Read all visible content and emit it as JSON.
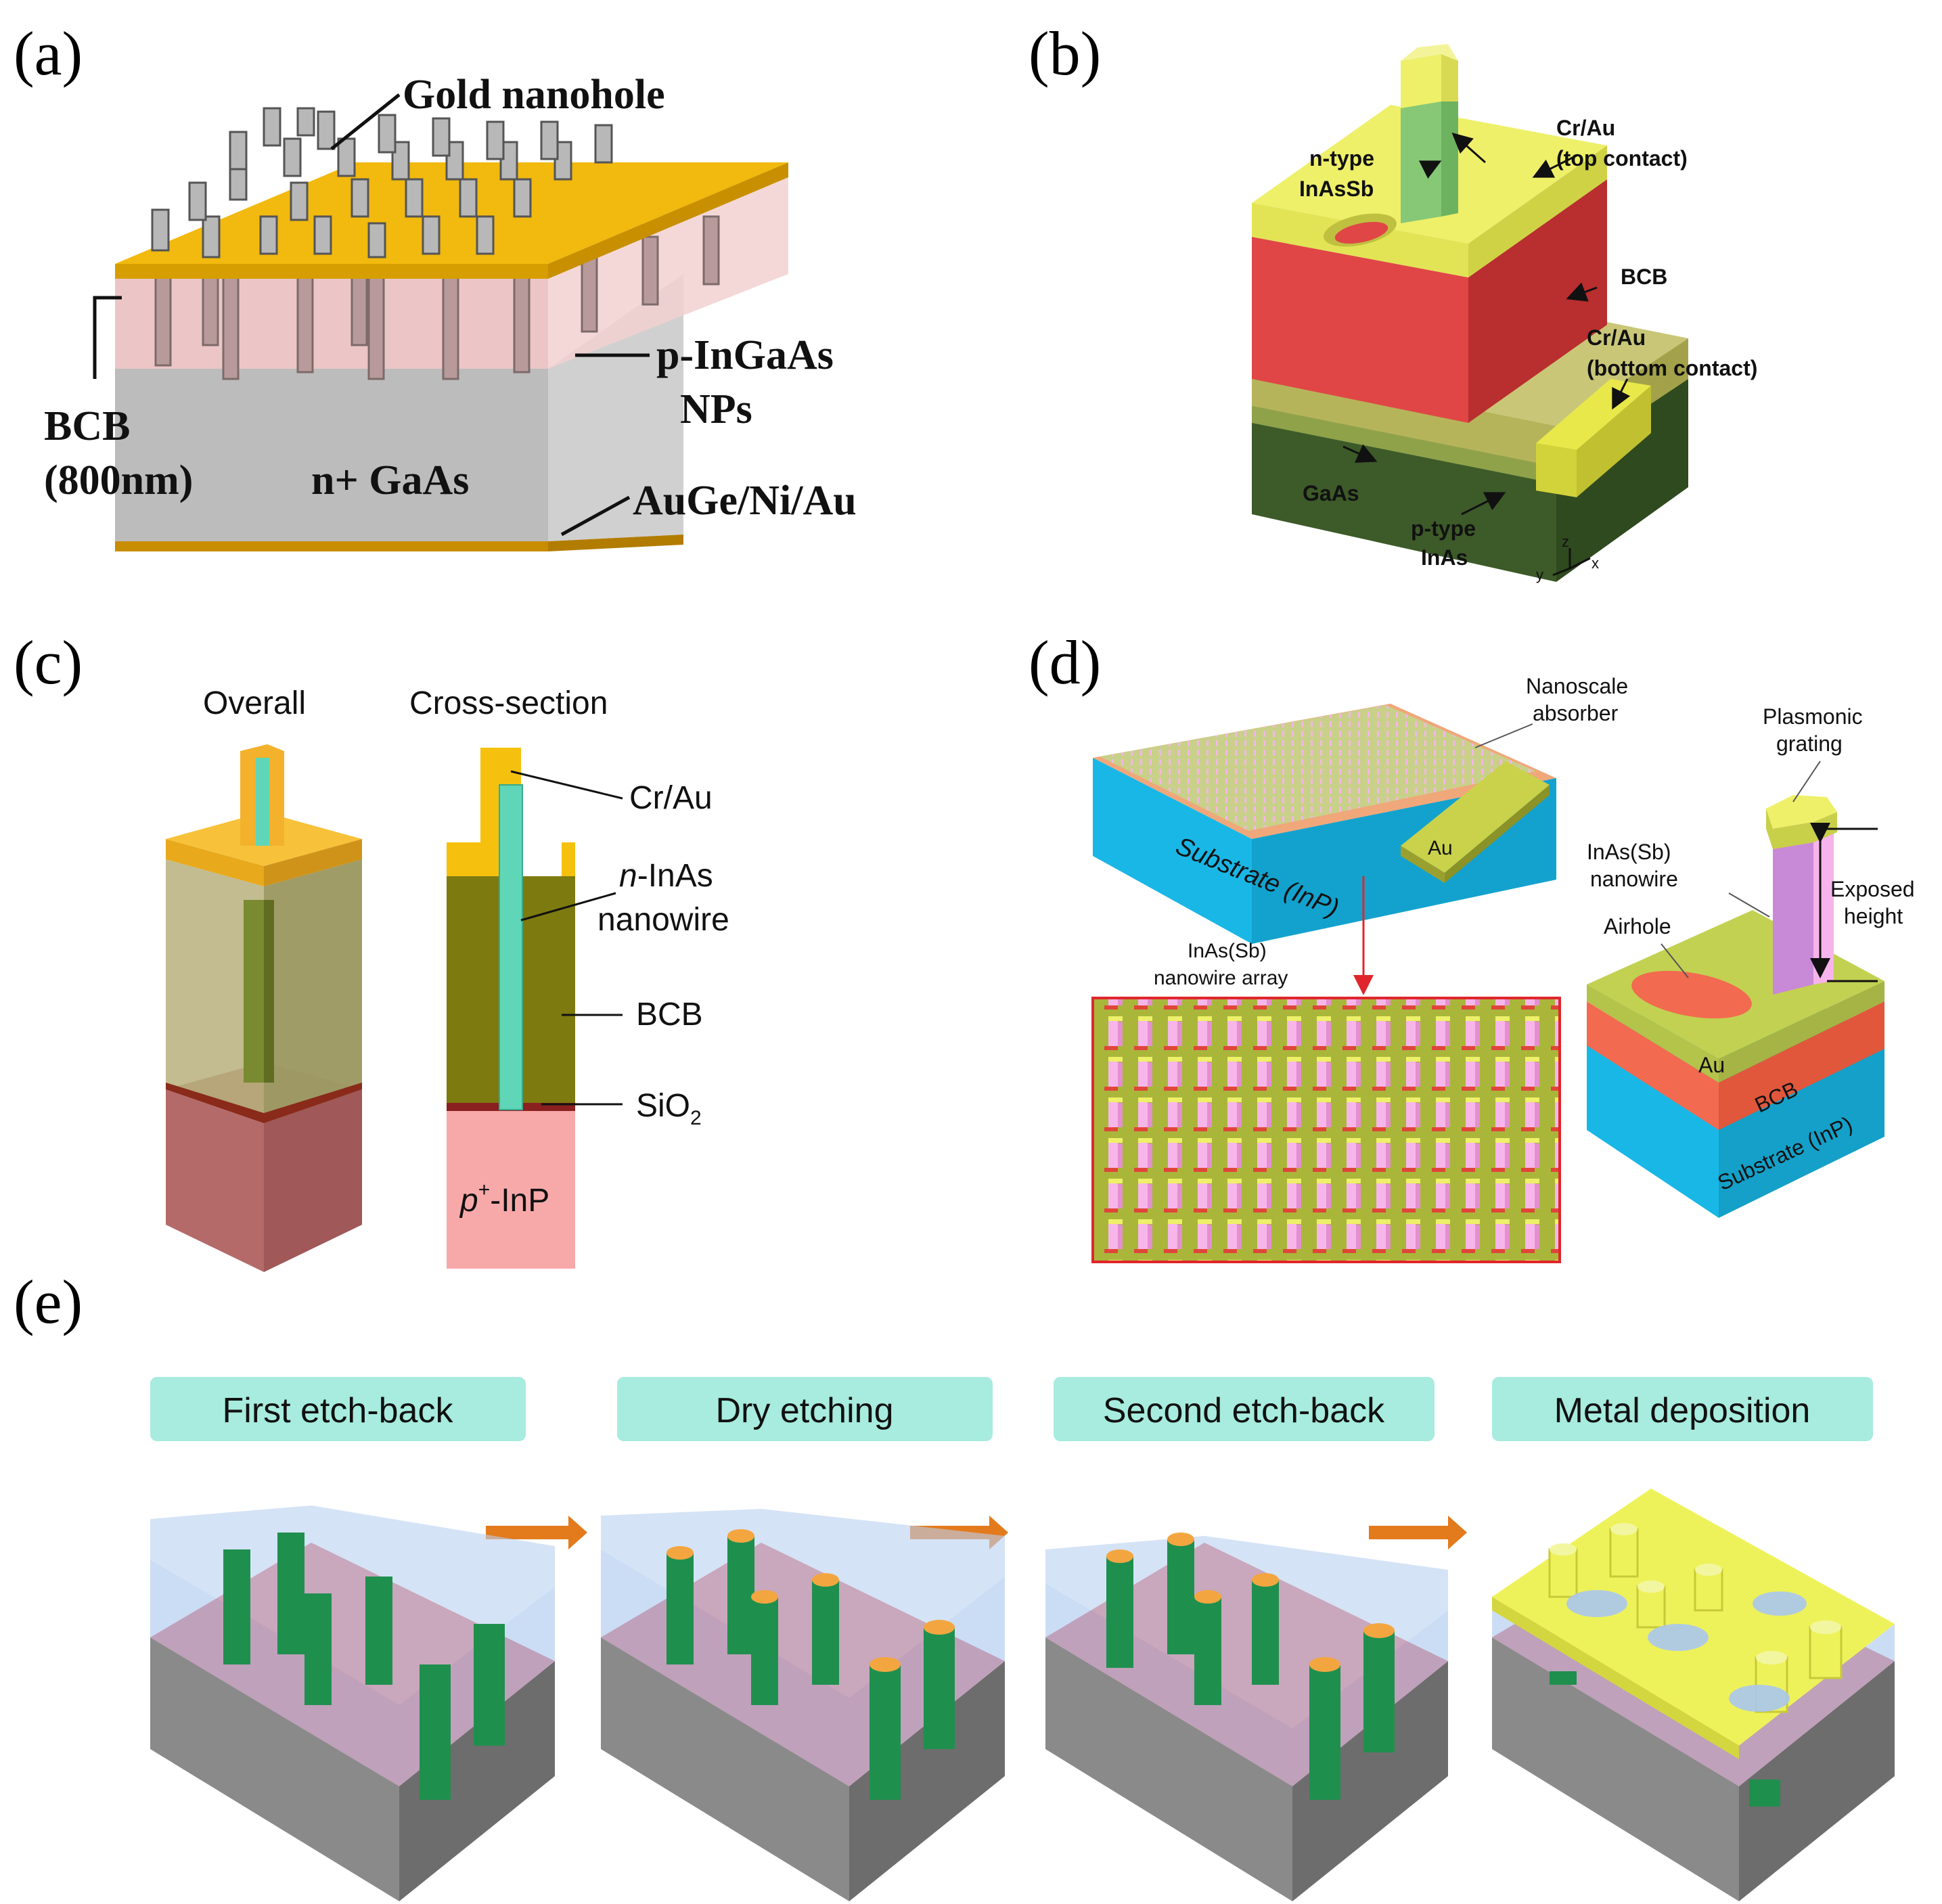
{
  "panels": {
    "a": {
      "label": "(a)",
      "gold_nanohole": "Gold nanohole",
      "p_ingaas_1": "p-InGaAs",
      "p_ingaas_2": "NPs",
      "bcb_1": "BCB",
      "bcb_2": "(800nm)",
      "n_gaas": "n+ GaAs",
      "augeniau": "AuGe/Ni/Au"
    },
    "b": {
      "label": "(b)",
      "ntype_1": "n-type",
      "ntype_2": "InAsSb",
      "crau_top_1": "Cr/Au",
      "crau_top_2": "(top contact)",
      "bcb": "BCB",
      "crau_bottom_1": "Cr/Au",
      "crau_bottom_2": "(bottom contact)",
      "gaas": "GaAs",
      "ptype_1": "p-type",
      "ptype_2": "InAs",
      "axis_z": "z",
      "axis_y": "y",
      "axis_x": "x"
    },
    "c": {
      "label": "(c)",
      "overall": "Overall",
      "cross_section": "Cross-section",
      "crau": "Cr/Au",
      "n_inas_prefix": "n",
      "n_inas_rest": "-InAs",
      "nanowire": "nanowire",
      "bcb": "BCB",
      "sio2_main": "SiO",
      "sio2_sub": "2",
      "pinp_p": "p",
      "pinp_sup": "+",
      "pinp_rest": "-InP"
    },
    "d": {
      "label": "(d)",
      "nanoscale_1": "Nanoscale",
      "nanoscale_2": "absorber",
      "substrate_inp": "Substrate (InP)",
      "au_pad": "Au",
      "array_1": "InAs(Sb)",
      "array_2": "nanowire array",
      "plasmonic_1": "Plasmonic",
      "plasmonic_2": "grating",
      "inas_nw_1": "InAs(Sb)",
      "inas_nw_2": "nanowire",
      "exposed_1": "Exposed",
      "exposed_2": "height",
      "airhole": "Airhole",
      "au": "Au",
      "bcb": "BCB",
      "substrate_small": "Substrate (InP)"
    },
    "e": {
      "label": "(e)",
      "steps": [
        "First etch-back",
        "Dry etching",
        "Second etch-back",
        "Metal deposition"
      ]
    }
  },
  "colors": {
    "gold": "#f0b400",
    "bcb_pink": "#f4d2d2",
    "gaas_gray": "#bdbdbd",
    "b_red": "#d94040",
    "b_yellow": "#eef06a",
    "b_green": "#3f5e2e",
    "c_olive": "#7a7a10",
    "c_teal": "#5fd6b8",
    "d_blue": "#19b7e6",
    "d_pink": "#f7b0e8",
    "d_green": "#b6c84a",
    "d_coral": "#f26a4f",
    "e_blue": "#a9c6ee",
    "e_red": "#e0696e",
    "e_gray": "#8a8a8a",
    "e_pillar": "#1f8f4e",
    "e_tip": "#f3a640",
    "e_metal": "#eef25a",
    "step_box": "#a7ecde",
    "arrow": "#e37a1c"
  }
}
